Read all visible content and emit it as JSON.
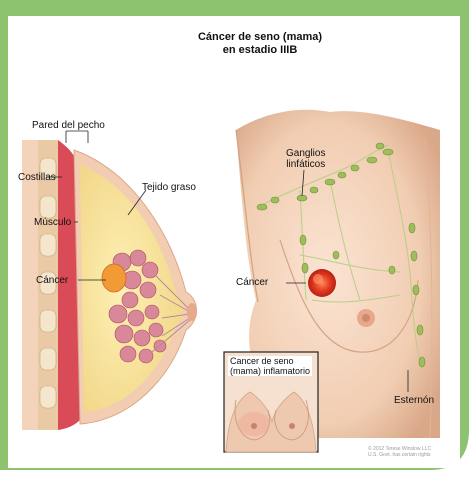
{
  "title_line1": "Cáncer de seno (mama)",
  "title_line2": "en estadio IIIB",
  "labels": {
    "pared": "Pared del pecho",
    "costillas": "Costillas",
    "musculo": "Músculo",
    "tejido": "Tejido graso",
    "cancer_left": "Cáncer",
    "ganglios1": "Ganglios",
    "ganglios2": "linfáticos",
    "cancer_right": "Cáncer",
    "esternon": "Esternón"
  },
  "inset": {
    "line1": "Cancer de seno",
    "line2": "(mama) inflamatorio"
  },
  "copyright": {
    "line1": "© 2012 Terese Winslow LLC",
    "line2": "U.S. Govt. has certain rights"
  },
  "colors": {
    "frame_green": "#8DC26F",
    "skin": "#F3D3BA",
    "tumor": "#E0301E",
    "node": "#9DBE5A"
  }
}
